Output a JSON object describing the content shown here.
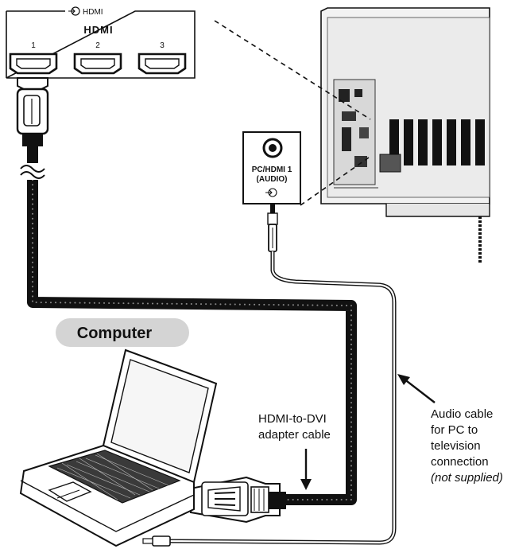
{
  "hdmi_panel": {
    "group_label": "HDMI",
    "logo": "HDMI",
    "ports": [
      "1",
      "2",
      "3"
    ]
  },
  "audio_jack": {
    "label_line1": "PC/HDMI 1",
    "label_line2": "(AUDIO)"
  },
  "computer_label": "Computer",
  "hdmi_dvi_label": {
    "line1": "HDMI-to-DVI",
    "line2": "adapter cable"
  },
  "audio_cable_label": {
    "line1": "Audio cable",
    "line2": "for PC to",
    "line3": "television",
    "line4": "connection",
    "line5": "(not supplied)"
  },
  "icons": {
    "input": "input-arrow-icon",
    "break": "cable-break-icon"
  },
  "colors": {
    "line": "#111111",
    "label_pill": "#d4d4d4",
    "tv_body": "#f2f2f2"
  }
}
